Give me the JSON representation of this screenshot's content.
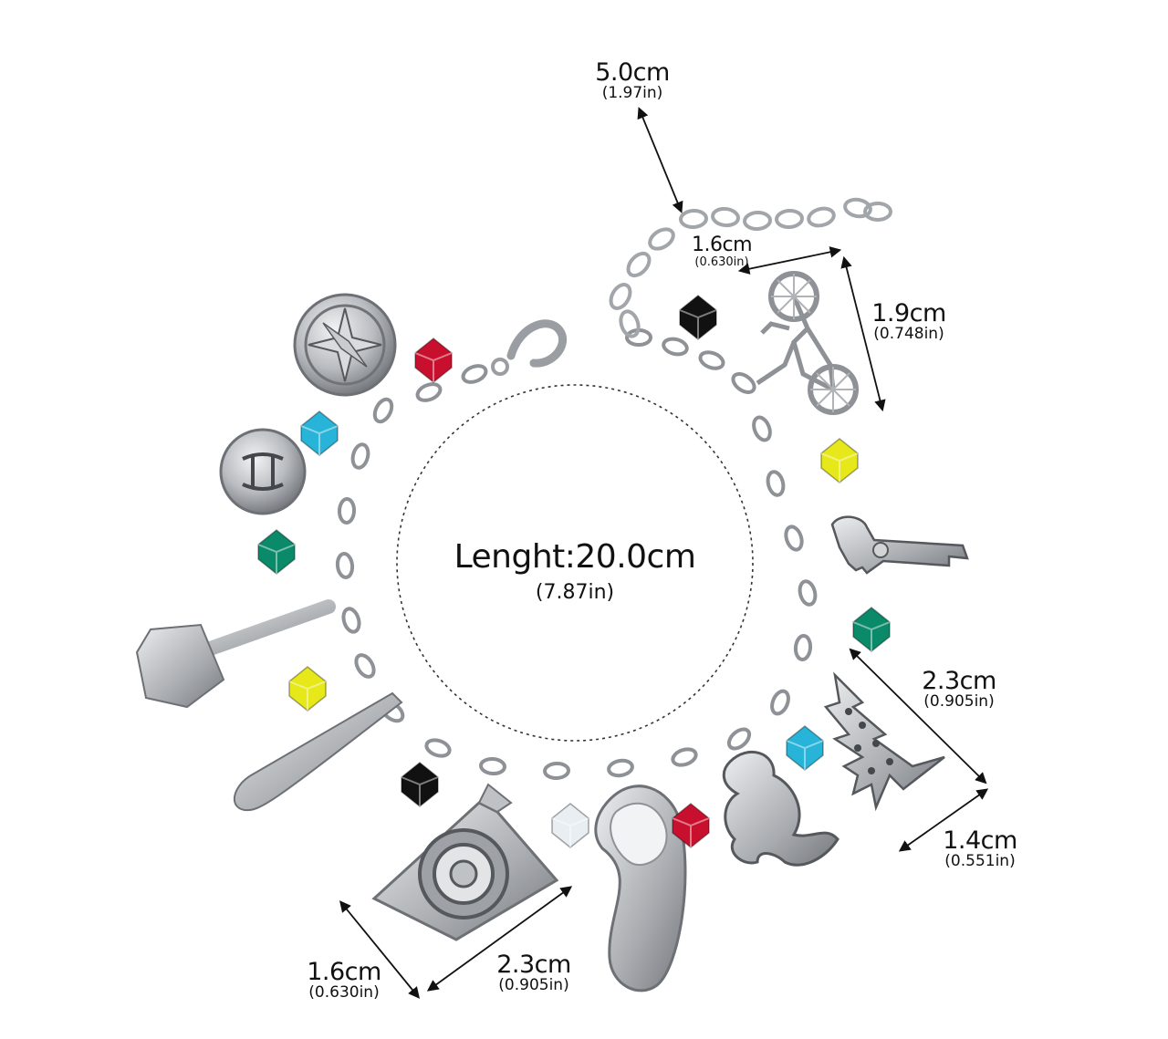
{
  "center": {
    "length": "Lenght:20.0cm",
    "length_in": "(7.87in)"
  },
  "dimensions": [
    {
      "id": "extender",
      "cm": "5.0cm",
      "in": "(1.97in)"
    },
    {
      "id": "bike-width",
      "cm": "1.6cm",
      "in": "(0.630in)"
    },
    {
      "id": "bike-height",
      "cm": "1.9cm",
      "in": "(0.748in)"
    },
    {
      "id": "tree-height",
      "cm": "2.3cm",
      "in": "(0.905in)"
    },
    {
      "id": "tree-width",
      "cm": "1.4cm",
      "in": "(0.551in)"
    },
    {
      "id": "camera-height",
      "cm": "1.6cm",
      "in": "(0.630in)"
    },
    {
      "id": "camera-width",
      "cm": "2.3cm",
      "in": "(0.905in)"
    }
  ],
  "colors": {
    "silver": "#b9bcc0",
    "silver_dark": "#6d7075",
    "bead_red": "#c8102e",
    "bead_blue": "#27b4d8",
    "bead_green": "#0b8a6a",
    "bead_yellow": "#e6e81a",
    "bead_black": "#111111",
    "bead_clear": "#e9eef2"
  },
  "charms": [
    "compass-icon",
    "gemini-icon",
    "axe-icon",
    "bat-icon",
    "camera-icon",
    "walkie-talkie-icon",
    "demogorgon-icon",
    "tree-icon",
    "revolver-icon",
    "bicycle-icon"
  ]
}
